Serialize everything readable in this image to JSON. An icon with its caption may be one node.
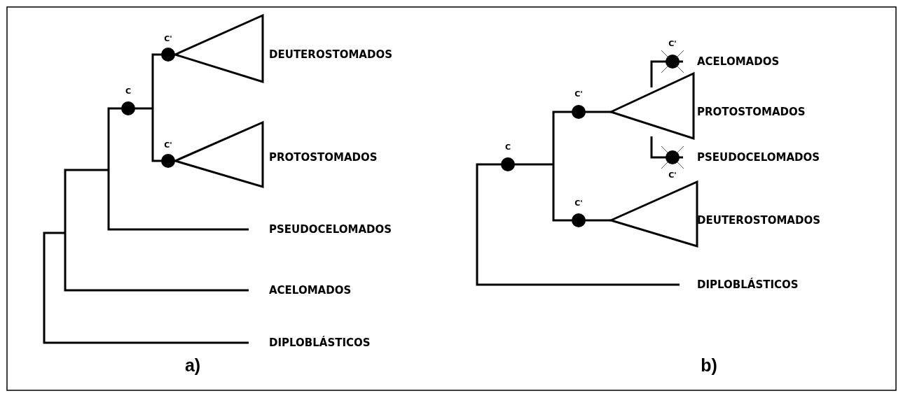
{
  "diagram": {
    "labels": [
      "C'",
      "DEUTEROSTOMADOS",
      "C",
      "C'",
      "PROTOSTOMADOS",
      "PSEUDOCELOMADOS",
      "ACELOMADOS",
      "DIPLOBLÁSTICOS",
      "a)",
      "C'",
      "ACELOMADOS",
      "C'",
      "PROTOSTOMADOS",
      "C",
      "PSEUDOCELOMADOS",
      "C'",
      "C'",
      "DEUTEROSTOMADOS",
      "DIPLOBLÁSTICOS",
      "b)"
    ]
  }
}
